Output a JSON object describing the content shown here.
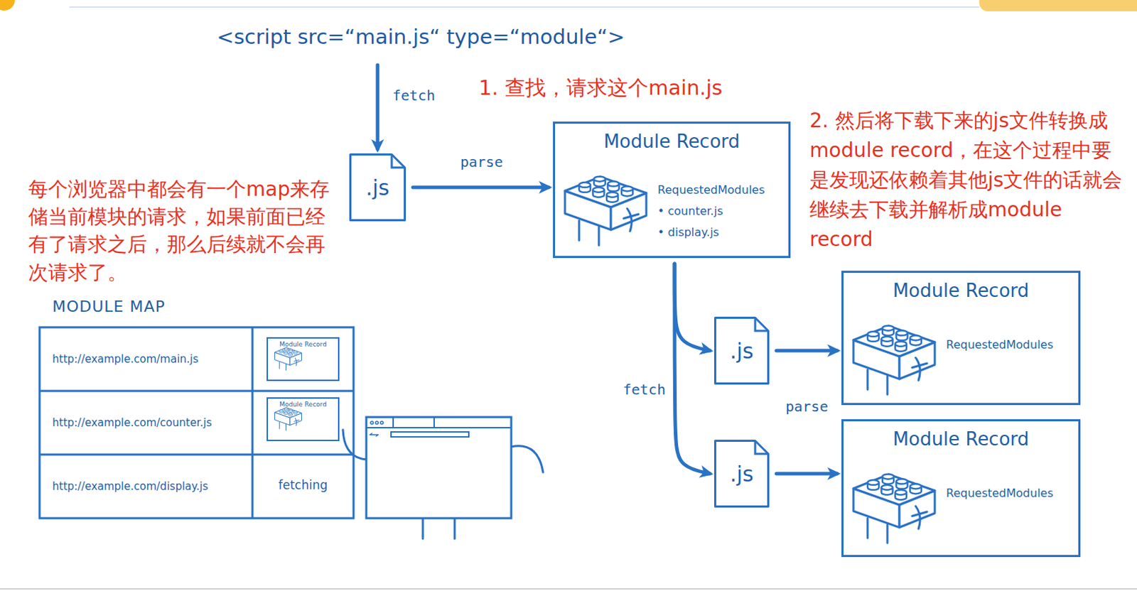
{
  "diagram": {
    "nodes": [
      {
        "text": [
          "<script src=“main.js“ type=“module“>"
        ]
      },
      {
        "text": [
          ".js"
        ]
      },
      {
        "text": [
          "Module Record",
          "RequestedModules",
          "• counter.js",
          "• display.js"
        ]
      },
      {
        "text": [
          ".js"
        ]
      },
      {
        "text": [
          ".js"
        ]
      },
      {
        "text": [
          "Module Record",
          "RequestedModules"
        ]
      },
      {
        "text": [
          "Module Record",
          "RequestedModules"
        ]
      },
      {
        "text": [
          "Module Record"
        ]
      },
      {
        "text": [
          "Module Record"
        ]
      }
    ],
    "edges": [
      {
        "from": 0,
        "to": 1,
        "arrow": "to",
        "label": "fetch"
      },
      {
        "from": 1,
        "to": 2,
        "arrow": "to",
        "label": "parse"
      },
      {
        "from": 2,
        "to": 3,
        "arrow": "to"
      },
      {
        "from": 2,
        "to": 4,
        "arrow": "to",
        "label": "fetch"
      },
      {
        "from": 3,
        "to": 5,
        "arrow": "to",
        "label": "parse"
      },
      {
        "from": 4,
        "to": 6,
        "arrow": "to"
      }
    ],
    "labels": [
      "1. 查找，请求这个main.js",
      "2. 然后将下载下来的js文件转换成module record，在这个过程中要是发现还依赖着其他js文件的话就会继续去下载并解析成module record",
      "每个浏览器中都会有一个map来存储当前模块的请求，如果前面已经有了请求之后，那么后续就不会再次请求了。",
      "MODULE MAP",
      "http://example.com/main.js",
      "http://example.com/counter.js",
      "http://example.com/display.js",
      "fetching"
    ]
  }
}
